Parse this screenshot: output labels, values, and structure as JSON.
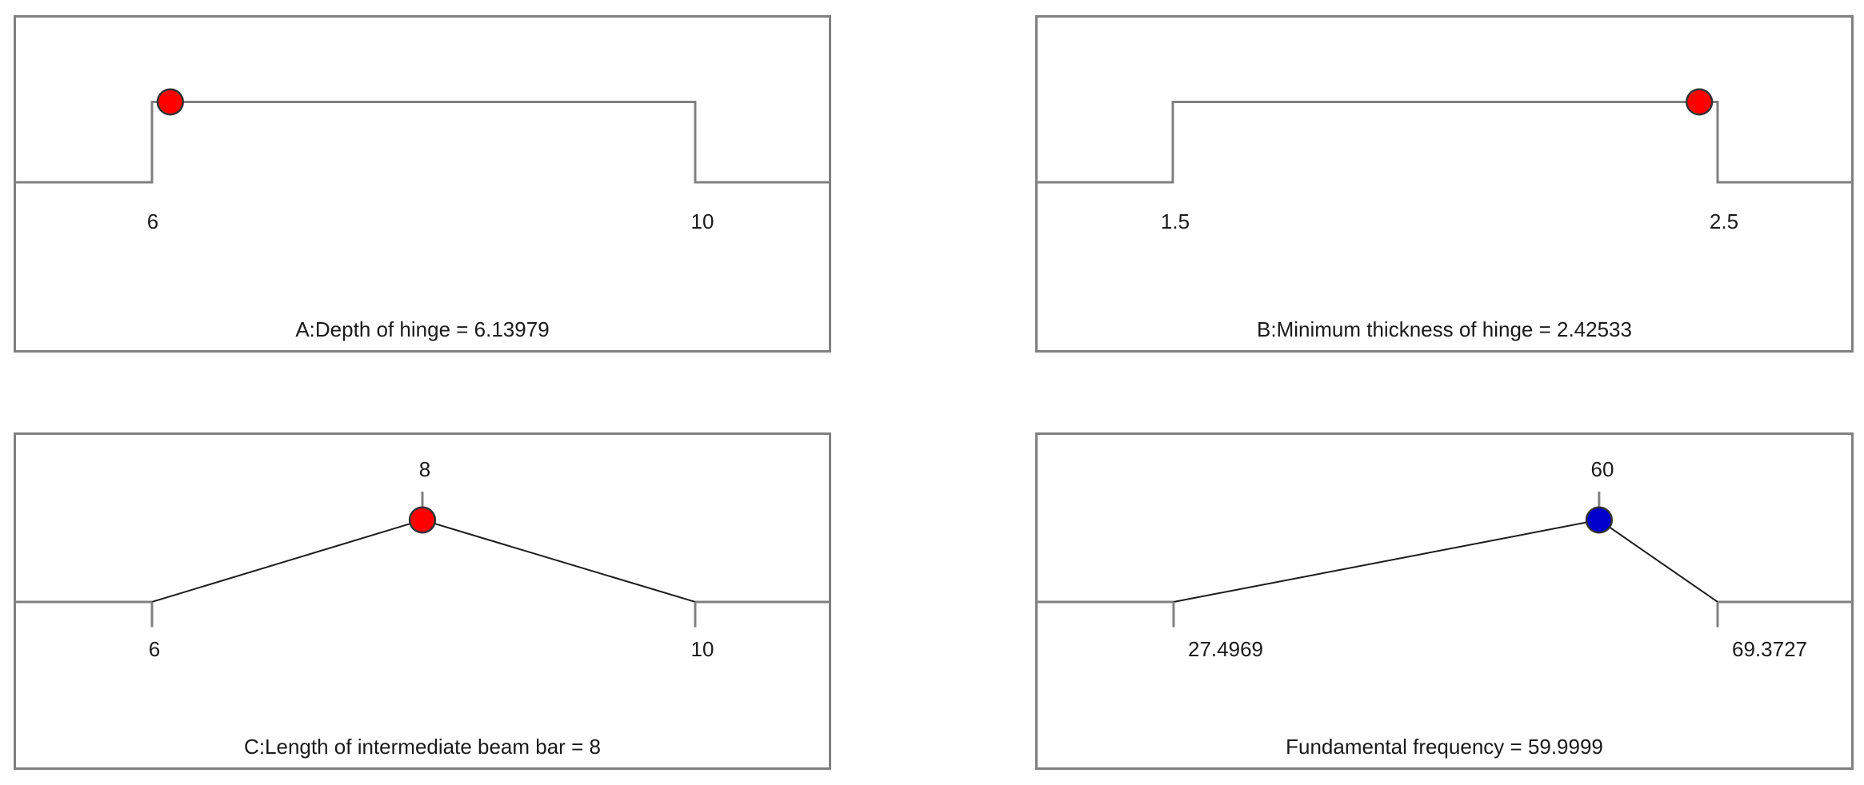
{
  "figure": {
    "background": "#ffffff",
    "panel_border_color": "#808080",
    "line_color": "#808080",
    "thin_line_color": "#1a1a1a",
    "marker_red": "#ff0000",
    "marker_blue": "#0000cc",
    "marker_stroke": "#333333"
  },
  "chart_data": [
    {
      "id": "A",
      "type": "line",
      "title": "A:Depth of hinge = 6.13979",
      "variable": "Depth of hinge",
      "value": 6.13979,
      "shape": "step",
      "xlabel": "",
      "ylabel": "",
      "marker": {
        "color": "#ff0000",
        "at": "left-step-top",
        "x": 6,
        "label": ""
      },
      "tick_labels": [
        "6",
        "10"
      ],
      "x_bounds": [
        6,
        10
      ],
      "x": [
        6,
        6,
        10,
        10
      ],
      "y": [
        0,
        1,
        1,
        0
      ],
      "grid": false,
      "legend": "none"
    },
    {
      "id": "B",
      "type": "line",
      "title": "B:Minimum thickness of hinge = 2.42533",
      "variable": "Minimum thickness of hinge",
      "value": 2.42533,
      "shape": "step",
      "xlabel": "",
      "ylabel": "",
      "marker": {
        "color": "#ff0000",
        "at": "right-step-top",
        "x": 2.5,
        "label": ""
      },
      "tick_labels": [
        "1.5",
        "2.5"
      ],
      "x_bounds": [
        1.5,
        2.5
      ],
      "x": [
        1.5,
        1.5,
        2.5,
        2.5
      ],
      "y": [
        0,
        1,
        1,
        0
      ],
      "grid": false,
      "legend": "none"
    },
    {
      "id": "C",
      "type": "line",
      "title": "C:Length of intermediate beam bar = 8",
      "variable": "Length of intermediate beam bar",
      "value": 8,
      "shape": "triangle",
      "xlabel": "",
      "ylabel": "",
      "marker": {
        "color": "#ff0000",
        "at": "apex",
        "x": 8,
        "label": "8"
      },
      "apex_label": "8",
      "tick_labels": [
        "6",
        "10"
      ],
      "x_bounds": [
        6,
        10
      ],
      "x": [
        6,
        8,
        10
      ],
      "y": [
        0,
        1,
        0
      ],
      "grid": false,
      "legend": "none"
    },
    {
      "id": "D",
      "type": "line",
      "title": "Fundamental frequency = 59.9999",
      "variable": "Fundamental frequency",
      "value": 59.9999,
      "shape": "triangle",
      "xlabel": "",
      "ylabel": "",
      "marker": {
        "color": "#0000cc",
        "at": "apex",
        "x": 60,
        "label": "60"
      },
      "apex_label": "60",
      "tick_labels": [
        "27.4969",
        "69.3727"
      ],
      "x_bounds": [
        27.4969,
        69.3727
      ],
      "x": [
        27.4969,
        60,
        69.3727
      ],
      "y": [
        0,
        1,
        0
      ],
      "grid": false,
      "legend": "none"
    }
  ],
  "panels": {
    "a": {
      "caption": "A:Depth of hinge = 6.13979",
      "tick_left": "6",
      "tick_right": "10"
    },
    "b": {
      "caption": "B:Minimum thickness of hinge = 2.42533",
      "tick_left": "1.5",
      "tick_right": "2.5"
    },
    "c": {
      "caption": "C:Length of intermediate beam bar = 8",
      "tick_left": "6",
      "tick_right": "10",
      "apex": "8"
    },
    "d": {
      "caption": "Fundamental frequency = 59.9999",
      "tick_left": "27.4969",
      "tick_right": "69.3727",
      "apex": "60"
    }
  }
}
